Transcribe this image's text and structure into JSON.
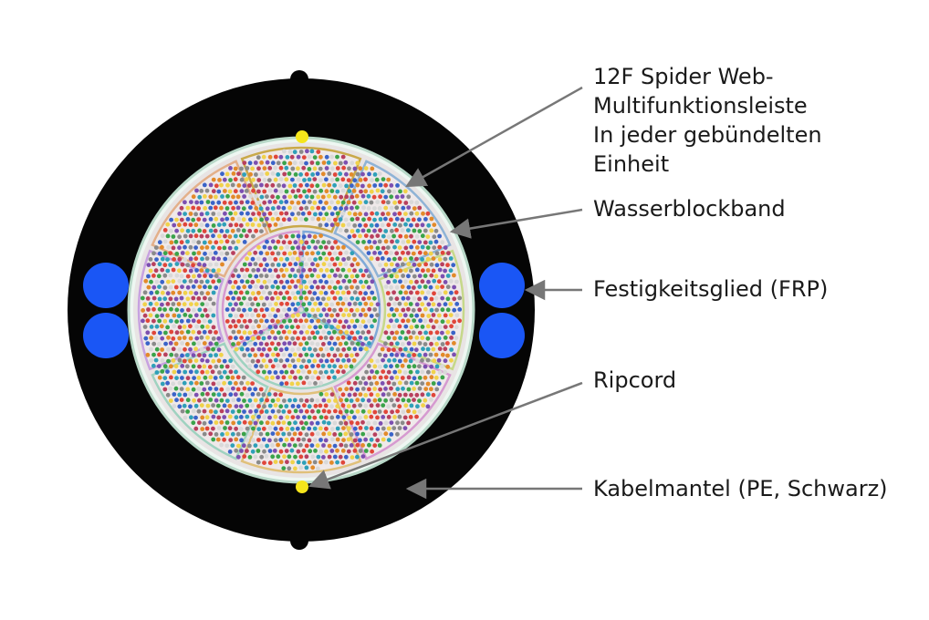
{
  "labels": {
    "spider_web": [
      "12F Spider Web-",
      "Multifunktionsleiste",
      "In jeder gebündelten",
      "Einheit"
    ],
    "water_block": "Wasserblockband",
    "strength_member": "Festigkeitsglied (FRP)",
    "ripcord": "Ripcord",
    "jacket": "Kabelmantel (PE, Schwarz)"
  },
  "colors": {
    "jacket": "#050505",
    "strength_member": "#1a56f5",
    "ripcord": "#f5e51b",
    "leader_line": "#777777",
    "fiber_palette": [
      "#3a63c8",
      "#e0463a",
      "#3aa34a",
      "#8a8a8a",
      "#e28a2a",
      "#7c4fb0",
      "#d9d9d9",
      "#2fa0b8",
      "#b8405e",
      "#f0d24a"
    ]
  },
  "structure": {
    "outer_units": 8,
    "inner_units": 3
  }
}
